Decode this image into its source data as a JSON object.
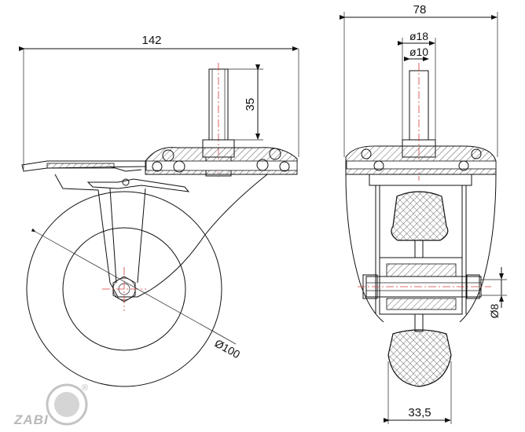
{
  "dimensions": {
    "side_width": "142",
    "stem_height": "35",
    "wheel_diameter": "Ø100",
    "front_width": "78",
    "plate_bore": "ø18",
    "stem_diameter": "ø10",
    "axle_diameter": "Ø8",
    "wheel_width": "33,5"
  },
  "logo": {
    "text": "ZABI",
    "mark": "®"
  },
  "colors": {
    "line": "#111111",
    "center_line": "#d63b3b",
    "logo": "#b9b9b9"
  }
}
